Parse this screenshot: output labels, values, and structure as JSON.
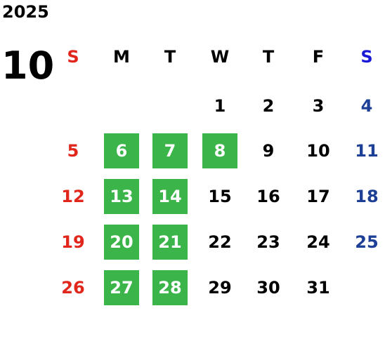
{
  "year": "2025",
  "month": "10",
  "weekdays": [
    "S",
    "M",
    "T",
    "W",
    "T",
    "F",
    "S"
  ],
  "highlighted_days": [
    "6",
    "7",
    "8",
    "13",
    "14",
    "20",
    "21",
    "27",
    "28"
  ],
  "weeks": [
    [
      "",
      "",
      "",
      "1",
      "2",
      "3",
      "4"
    ],
    [
      "5",
      "6",
      "7",
      "8",
      "9",
      "10",
      "11"
    ],
    [
      "12",
      "13",
      "14",
      "15",
      "16",
      "17",
      "18"
    ],
    [
      "19",
      "20",
      "21",
      "22",
      "23",
      "24",
      "25"
    ],
    [
      "26",
      "27",
      "28",
      "29",
      "30",
      "31",
      ""
    ]
  ],
  "colors": {
    "highlight": "#3bb54a",
    "sunday": "#e1261c",
    "saturday": "#1e3f96",
    "saturday_header": "#1a1ad6"
  }
}
